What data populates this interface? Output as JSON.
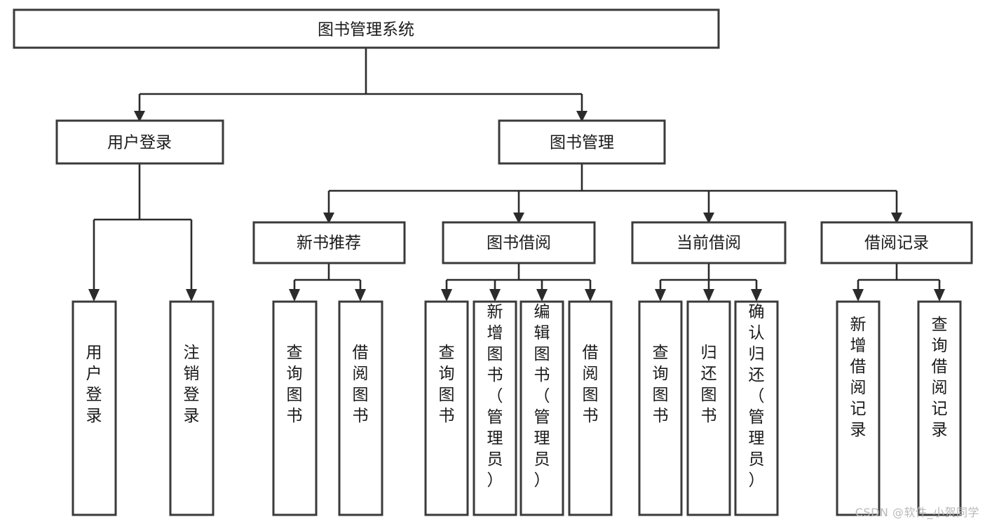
{
  "diagram": {
    "type": "tree",
    "title": "图书管理系统",
    "watermark": "CSDN @软件_小贺同学",
    "colors": {
      "background": "#ffffff",
      "box_stroke": "#3a3a3a",
      "link_stroke": "#2b2b2b",
      "text": "#1a1a1a",
      "watermark": "#b9b9b9"
    },
    "nodes": {
      "root": {
        "label": "图书管理系统",
        "level": 0,
        "orientation": "horizontal"
      },
      "l1": [
        {
          "id": "user_login",
          "label": "用户登录",
          "level": 1,
          "orientation": "horizontal"
        },
        {
          "id": "book_mgmt",
          "label": "图书管理",
          "level": 1,
          "orientation": "horizontal"
        }
      ],
      "l2": [
        {
          "id": "new_book_rec",
          "label": "新书推荐",
          "level": 2,
          "orientation": "horizontal"
        },
        {
          "id": "book_borrow",
          "label": "图书借阅",
          "level": 2,
          "orientation": "horizontal"
        },
        {
          "id": "current_borrow",
          "label": "当前借阅",
          "level": 2,
          "orientation": "horizontal"
        },
        {
          "id": "borrow_record",
          "label": "借阅记录",
          "level": 2,
          "orientation": "horizontal"
        }
      ],
      "leaves": [
        {
          "id": "leaf_user_login",
          "label": "用户登录",
          "parent": "user_login",
          "orientation": "vertical"
        },
        {
          "id": "leaf_logout",
          "label": "注销登录",
          "parent": "user_login",
          "orientation": "vertical"
        },
        {
          "id": "leaf_query_book_1",
          "label": "查询图书",
          "parent": "new_book_rec",
          "orientation": "vertical"
        },
        {
          "id": "leaf_borrow_book_1",
          "label": "借阅图书",
          "parent": "new_book_rec",
          "orientation": "vertical"
        },
        {
          "id": "leaf_query_book_2",
          "label": "查询图书",
          "parent": "book_borrow",
          "orientation": "vertical"
        },
        {
          "id": "leaf_add_book",
          "label": "新增图书（管理员）",
          "parent": "book_borrow",
          "orientation": "vertical"
        },
        {
          "id": "leaf_edit_book",
          "label": "编辑图书（管理员）",
          "parent": "book_borrow",
          "orientation": "vertical"
        },
        {
          "id": "leaf_borrow_book_2",
          "label": "借阅图书",
          "parent": "book_borrow",
          "orientation": "vertical"
        },
        {
          "id": "leaf_query_book_3",
          "label": "查询图书",
          "parent": "current_borrow",
          "orientation": "vertical"
        },
        {
          "id": "leaf_return_book",
          "label": "归还图书",
          "parent": "current_borrow",
          "orientation": "vertical"
        },
        {
          "id": "leaf_confirm_return",
          "label": "确认归还（管理员）",
          "parent": "current_borrow",
          "orientation": "vertical"
        },
        {
          "id": "leaf_add_record",
          "label": "新增借阅记录",
          "parent": "borrow_record",
          "orientation": "vertical"
        },
        {
          "id": "leaf_query_record",
          "label": "查询借阅记录",
          "parent": "borrow_record",
          "orientation": "vertical"
        }
      ]
    },
    "edges": [
      {
        "from": "root",
        "to": "user_login"
      },
      {
        "from": "root",
        "to": "book_mgmt"
      },
      {
        "from": "user_login",
        "to": "leaf_user_login"
      },
      {
        "from": "user_login",
        "to": "leaf_logout"
      },
      {
        "from": "book_mgmt",
        "to": "new_book_rec"
      },
      {
        "from": "book_mgmt",
        "to": "book_borrow"
      },
      {
        "from": "book_mgmt",
        "to": "current_borrow"
      },
      {
        "from": "book_mgmt",
        "to": "borrow_record"
      },
      {
        "from": "new_book_rec",
        "to": "leaf_query_book_1"
      },
      {
        "from": "new_book_rec",
        "to": "leaf_borrow_book_1"
      },
      {
        "from": "book_borrow",
        "to": "leaf_query_book_2"
      },
      {
        "from": "book_borrow",
        "to": "leaf_add_book"
      },
      {
        "from": "book_borrow",
        "to": "leaf_edit_book"
      },
      {
        "from": "book_borrow",
        "to": "leaf_borrow_book_2"
      },
      {
        "from": "current_borrow",
        "to": "leaf_query_book_3"
      },
      {
        "from": "current_borrow",
        "to": "leaf_return_book"
      },
      {
        "from": "current_borrow",
        "to": "leaf_confirm_return"
      },
      {
        "from": "borrow_record",
        "to": "leaf_add_record"
      },
      {
        "from": "borrow_record",
        "to": "leaf_query_record"
      }
    ]
  }
}
